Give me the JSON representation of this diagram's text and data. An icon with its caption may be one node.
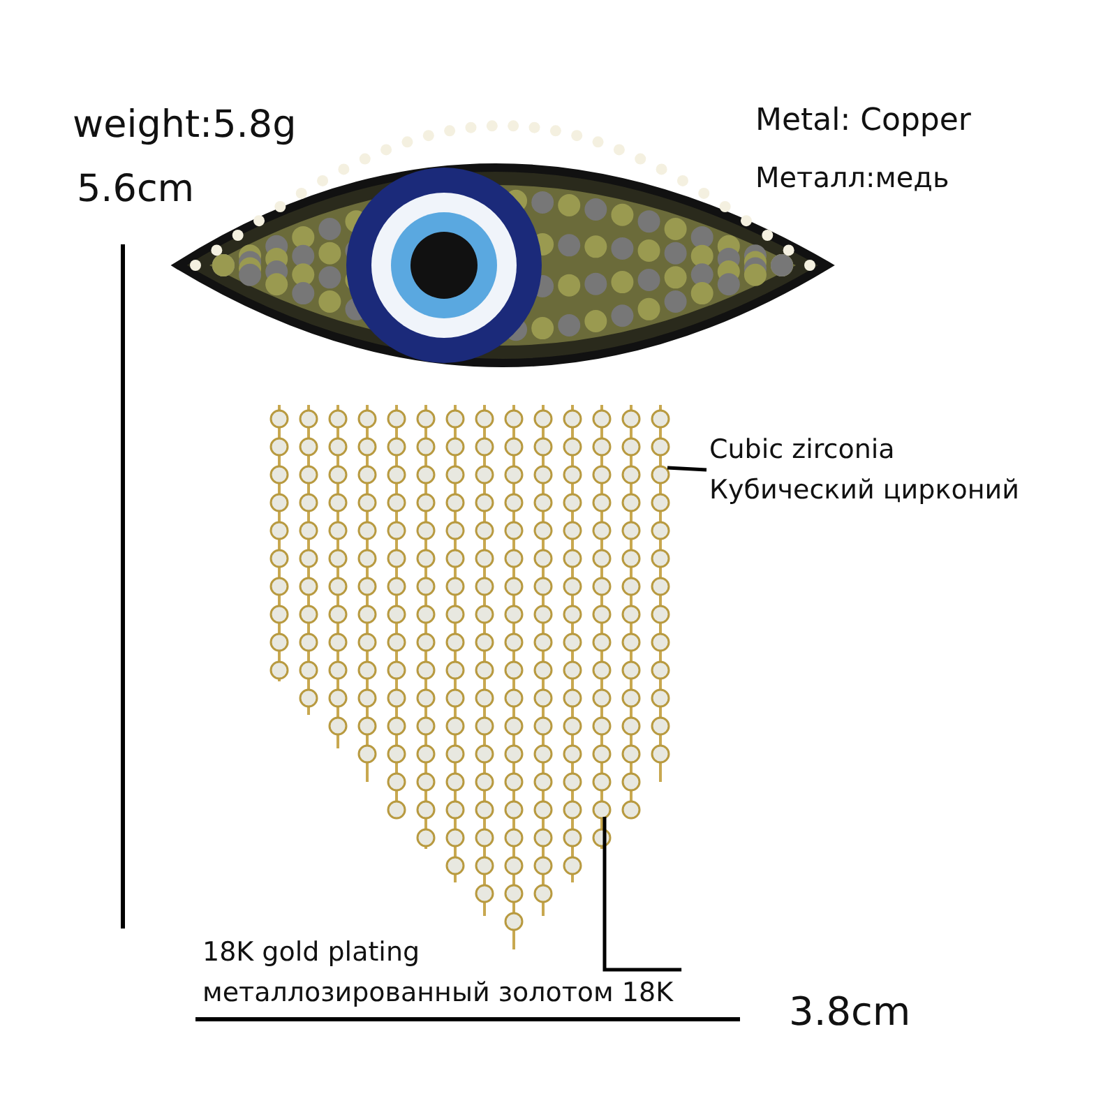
{
  "diagram": {
    "nodes": [
      {
        "text": [],
        "shape": "picture"
      },
      {
        "text": [
          "Cubic zirconia",
          "Кубический цирконий"
        ]
      },
      {
        "text": [
          "18K gold plating",
          "металлозированный золотом 18K"
        ]
      }
    ],
    "edges": [
      {
        "from": 1,
        "to": 0,
        "arrow": "none"
      },
      {
        "from": 2,
        "to": 0,
        "arrow": "none"
      }
    ],
    "labels": [
      "weight:5.8g",
      "5.6cm",
      "Metal: Copper",
      "Металл:медь",
      "3.8cm"
    ]
  }
}
